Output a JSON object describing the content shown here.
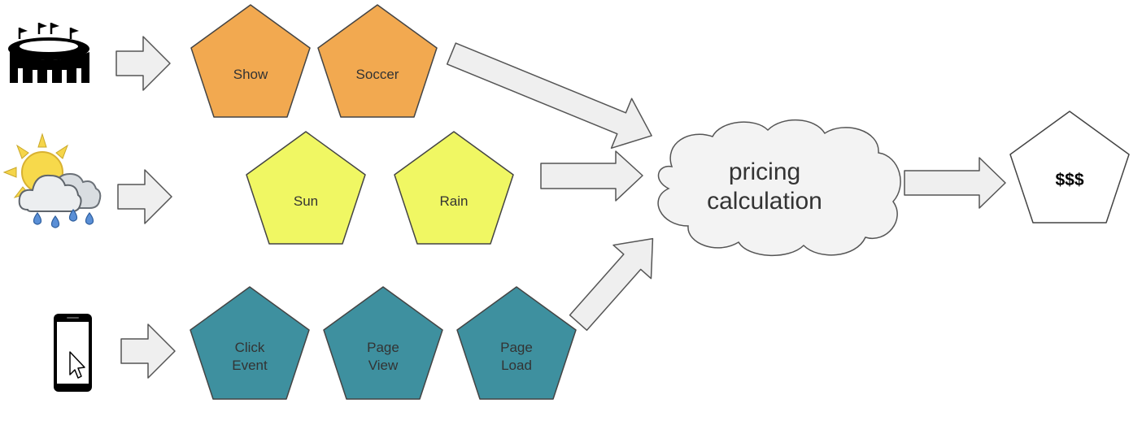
{
  "colors": {
    "orange": "#f2a950",
    "yellow": "#f0f763",
    "teal": "#3e909f",
    "arrow_fill": "#efefef",
    "arrow_stroke": "#555555",
    "cloud_fill": "#f3f3f3",
    "outline": "#444444"
  },
  "sources": {
    "stadium": {
      "icon": "stadium-icon",
      "events": [
        "Show",
        "Soccer"
      ]
    },
    "weather": {
      "icon": "weather-icon",
      "events": [
        "Sun",
        "Rain"
      ]
    },
    "mobile": {
      "icon": "mobile-phone-icon",
      "events": [
        [
          "Click",
          "Event"
        ],
        [
          "Page",
          "View"
        ],
        [
          "Page",
          "Load"
        ]
      ]
    }
  },
  "calculation": {
    "lines": [
      "pricing",
      "calculation"
    ]
  },
  "result": {
    "label": "$$$"
  }
}
